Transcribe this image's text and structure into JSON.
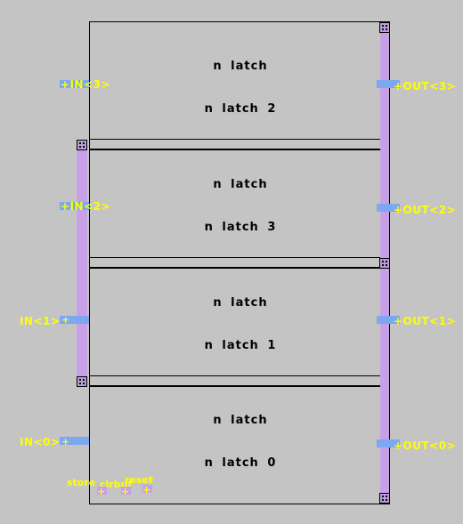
{
  "cells": [
    {
      "title": "n latch",
      "sub": "n latch 2"
    },
    {
      "title": "n latch",
      "sub": "n latch 3"
    },
    {
      "title": "n latch",
      "sub": "n latch 1"
    },
    {
      "title": "n latch",
      "sub": "n latch 0"
    }
  ],
  "inputs": [
    "+IN<3>",
    "+IN<2>",
    "IN<1>",
    "IN<0>"
  ],
  "outputs": [
    "+OUT<3>",
    "+OUT<2>",
    "+OUT<1>",
    "+OUT<0>"
  ],
  "plus_glyph": "+",
  "controls": {
    "store_label": "store",
    "clearbuf_label": "clrbuf",
    "reset_label": "reset"
  },
  "colors": {
    "background": "#c4c4c4",
    "rail": "#c8a0e8",
    "pin": "#7ba8f0",
    "label": "#ffff00"
  }
}
